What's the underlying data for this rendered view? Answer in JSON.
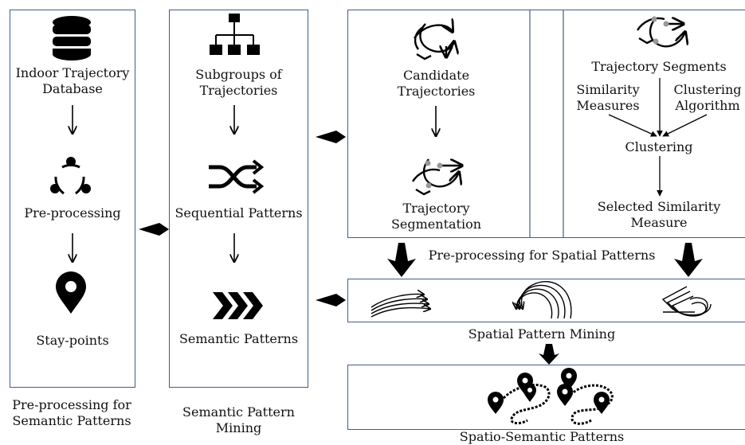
{
  "panel_semantic_pre": {
    "database": [
      "Indoor Trajectory",
      "Database"
    ],
    "preprocessing": "Pre-processing",
    "staypoints": "Stay-points",
    "caption": [
      "Pre-processing for",
      "Semantic Patterns"
    ]
  },
  "panel_semantic_mining": {
    "subgroups": [
      "Subgroups of",
      "Trajectories"
    ],
    "sequential": "Sequential Patterns",
    "semantic": "Semantic Patterns",
    "caption": [
      "Semantic Pattern",
      "Mining"
    ]
  },
  "panel_spatial_pre": {
    "candidate": [
      "Candidate",
      "Trajectories"
    ],
    "segmentation": [
      "Trajectory",
      "Segmentation"
    ],
    "segments": "Trajectory Segments",
    "similarity": [
      "Similarity",
      "Measures"
    ],
    "clustering_algo": [
      "Clustering",
      "Algorithm"
    ],
    "clustering": "Clustering",
    "selected": [
      "Selected Similarity",
      "Measure"
    ],
    "caption": "Pre-processing for Spatial Patterns"
  },
  "spatial_mining": {
    "caption": "Spatial Pattern Mining"
  },
  "spatio_semantic": {
    "caption": "Spatio-Semantic Patterns"
  },
  "icons": [
    "database-icon",
    "hierarchy-icon",
    "cycle-icon",
    "shuffle-icon",
    "location-pin-icon",
    "chevrons-icon",
    "trajectory-icon",
    "segmented-trajectory-icon",
    "spatial-pattern-icon",
    "spatio-semantic-map-icon"
  ]
}
